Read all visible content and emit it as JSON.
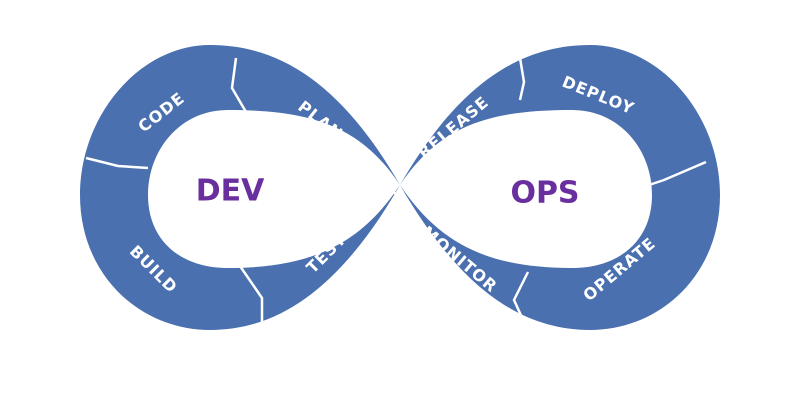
{
  "colors": {
    "band": "#4a70b0",
    "divider": "#ffffff",
    "center_text": "#6a2f9e",
    "background": "#ffffff"
  },
  "diagram": {
    "left_center": "DEV",
    "right_center": "OPS",
    "stages": {
      "code": "CODE",
      "plan": "PLAN",
      "build": "BUILD",
      "test": "TEST",
      "release": "RELEASE",
      "deploy": "DEPLOY",
      "monitor": "MONITOR",
      "operate": "OPERATE"
    }
  }
}
